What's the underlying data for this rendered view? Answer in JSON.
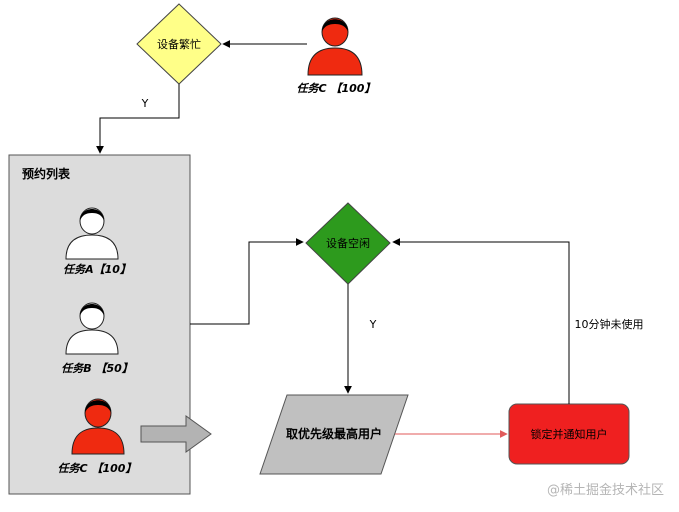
{
  "nodes": {
    "busy_decision": "设备繁忙",
    "idle_decision": "设备空闲",
    "reservation_list_title": "预约列表",
    "fetch_step": "取优先级最高用户",
    "lock_step": "锁定并通知用户"
  },
  "tasks": {
    "incoming": "任务C 【100】",
    "list": [
      "任务A【10】",
      "任务B 【50】",
      "任务C 【100】"
    ]
  },
  "edge_labels": {
    "busy_yes": "Y",
    "idle_yes": "Y",
    "timeout": "10分钟未使用"
  },
  "watermark": "@稀土掘金技术社区",
  "colors": {
    "busy": "#ffff88",
    "idle": "#2d9a1d",
    "list_bg": "#dcdcdc",
    "fetch": "#c0c0c0",
    "lock": "#ef2020",
    "user_highlight": "#ef2a10",
    "red_arrow": "#e05a5a"
  }
}
